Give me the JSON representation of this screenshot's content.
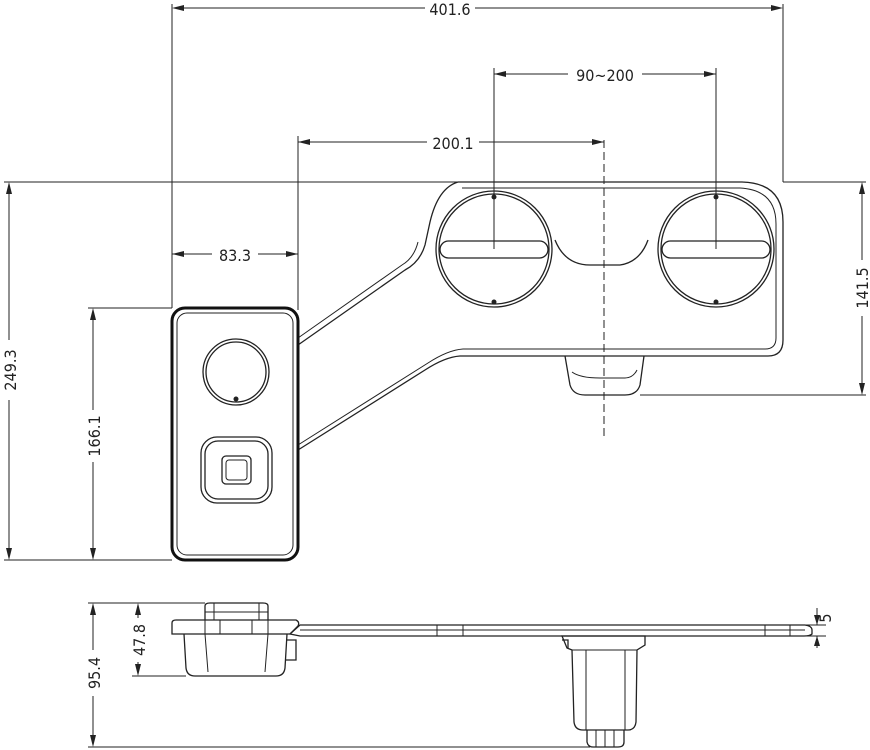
{
  "dimensions": {
    "overall_width": "401.6",
    "seat_hole_spacing": "90~200",
    "control_to_hole_center": "200.1",
    "control_to_body": "83.3",
    "overall_depth": "249.3",
    "control_panel_height": "166.1",
    "body_height": "141.5",
    "side_height_total": "95.4",
    "side_height_panel": "47.8",
    "plate_thickness": "5"
  }
}
